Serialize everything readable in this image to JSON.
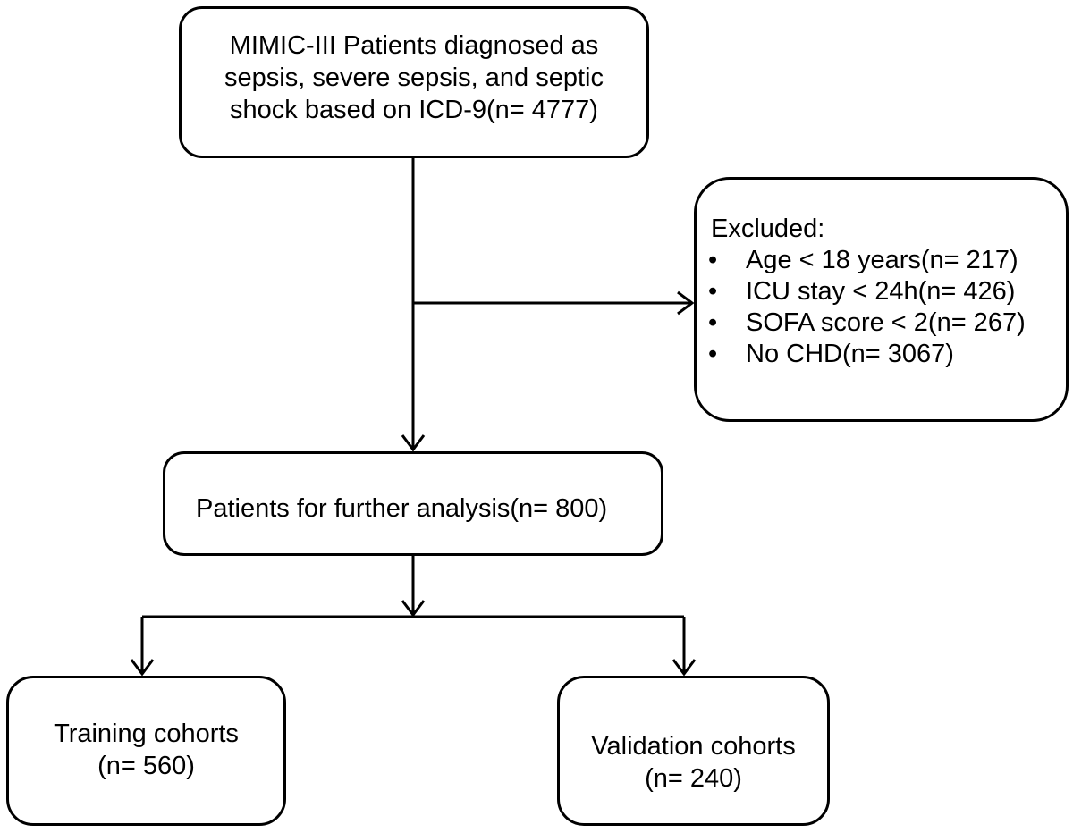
{
  "flowchart": {
    "source": {
      "lines": [
        "MIMIC-III Patients diagnosed as",
        "sepsis, severe sepsis, and septic",
        "shock based on ICD-9(n= 4777)"
      ]
    },
    "excluded": {
      "heading": "Excluded:",
      "bullet": "•",
      "items": [
        "Age < 18 years(n= 217)",
        "ICU stay < 24h(n= 426)",
        "SOFA score < 2(n= 267)",
        "No CHD(n= 3067)"
      ]
    },
    "analysis": {
      "label": "Patients for further analysis(n= 800)"
    },
    "training": {
      "lines": [
        "Training cohorts",
        "(n= 560)"
      ]
    },
    "validation": {
      "lines": [
        "Validation cohorts",
        "(n= 240)"
      ]
    },
    "colors": {
      "stroke": "#000000",
      "background": "#ffffff"
    }
  }
}
